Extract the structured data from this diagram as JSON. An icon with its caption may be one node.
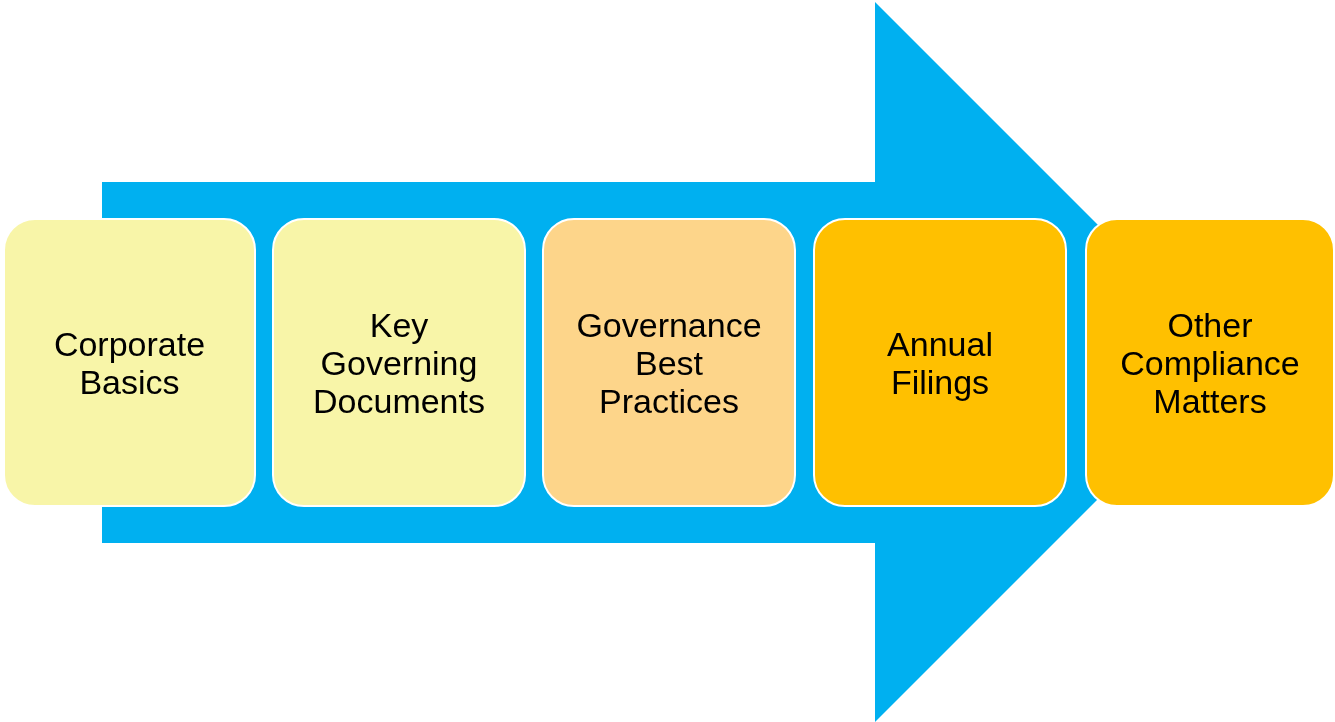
{
  "diagram": {
    "nodes": [
      {
        "text": [
          "Corporate Basics"
        ]
      },
      {
        "text": [
          "Key Governing Documents"
        ]
      },
      {
        "text": [
          "Governance Best Practices"
        ]
      },
      {
        "text": [
          "Annual Filings"
        ]
      },
      {
        "text": [
          "Other Compliance Matters"
        ]
      }
    ],
    "edges": [
      {
        "from": 0,
        "to": 4,
        "arrow": "to"
      }
    ]
  }
}
